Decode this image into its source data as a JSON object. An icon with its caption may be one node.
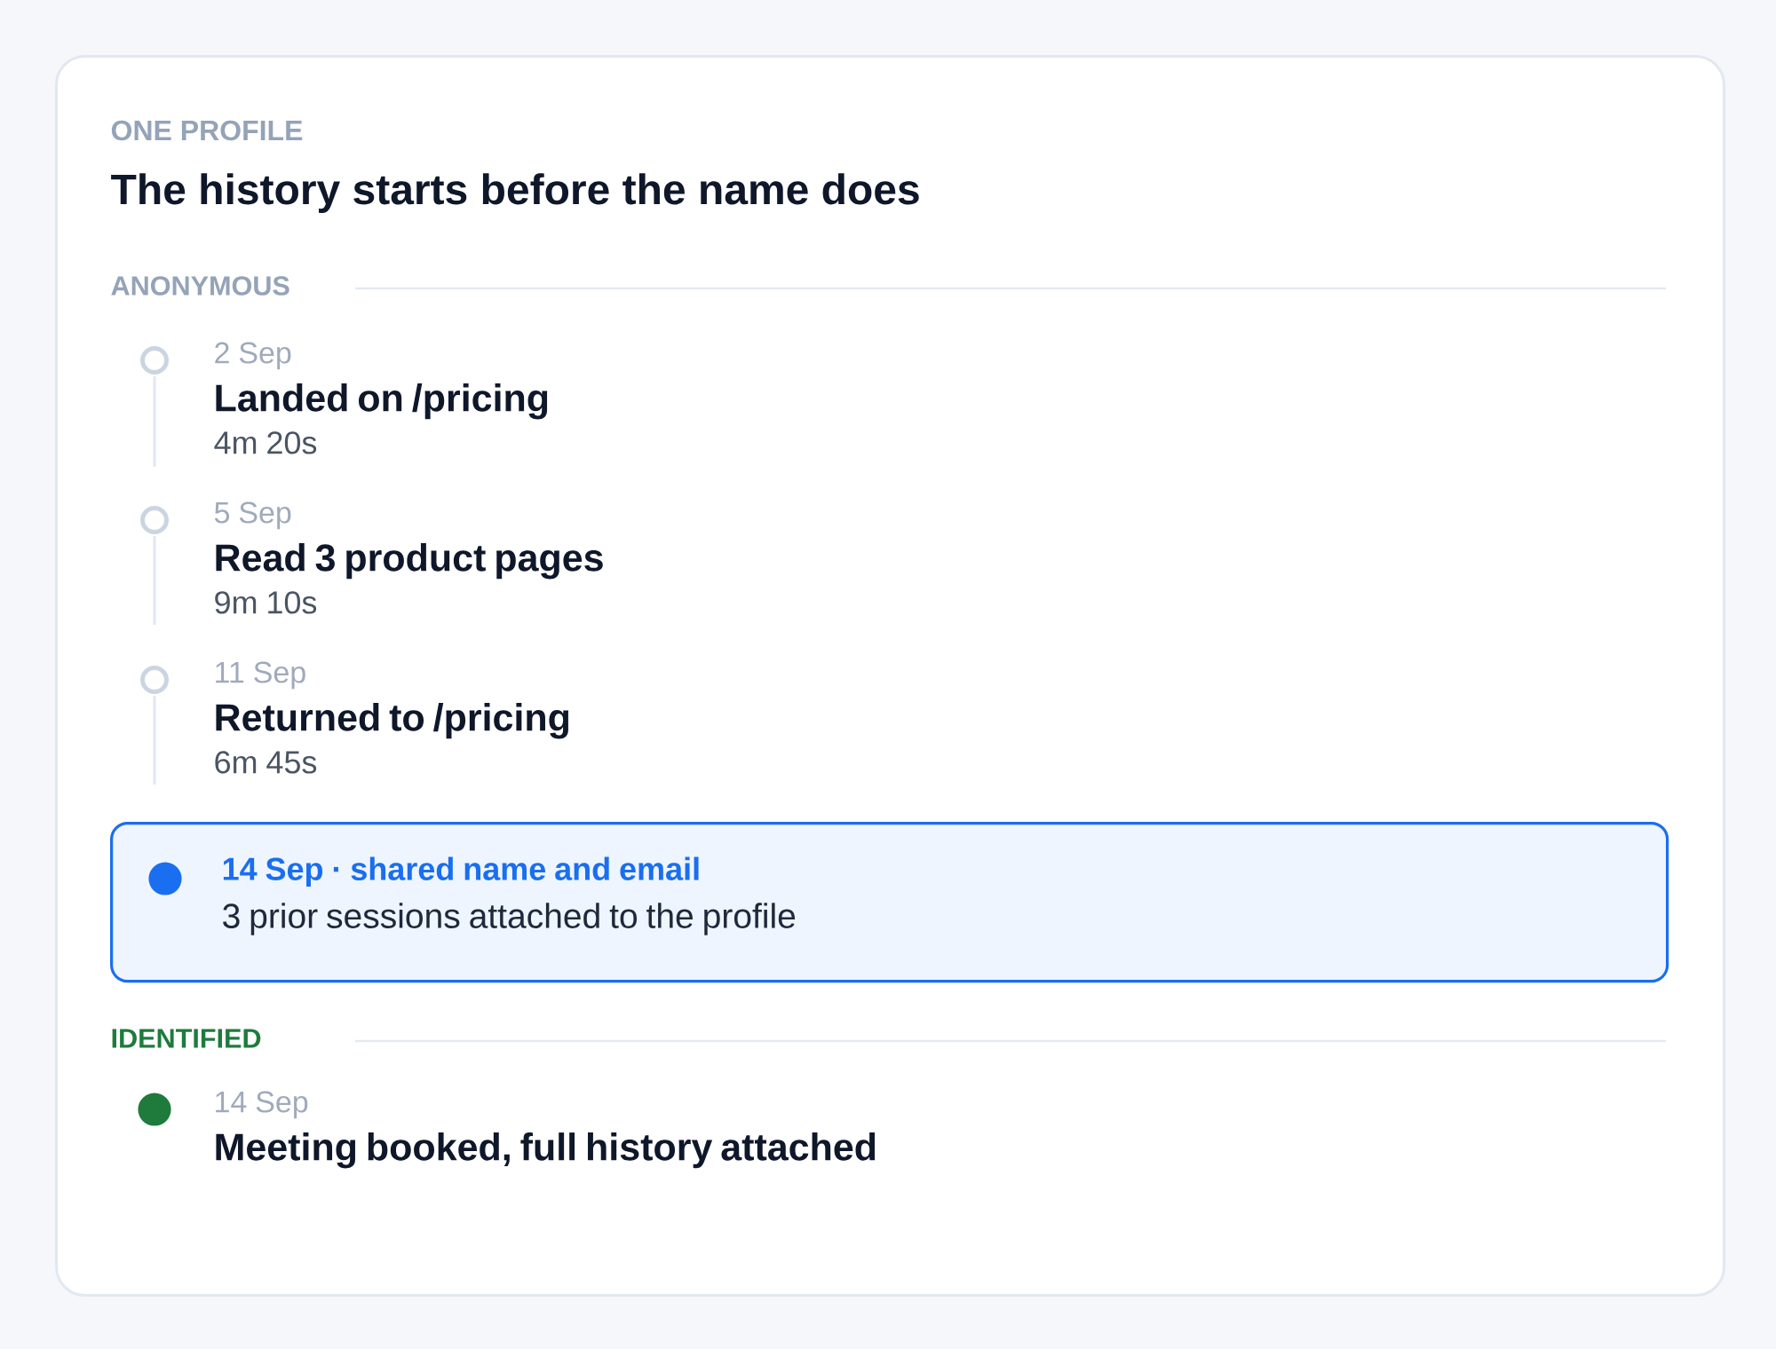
{
  "diagram": {
    "nodes": [
      {
        "text": [
          "ONE PROFILE",
          "The history starts before the name does"
        ]
      },
      {
        "text": [
          "2 Sep",
          "Landed on /pricing",
          "4m 20s"
        ],
        "in": 0
      },
      {
        "text": [
          "5 Sep",
          "Read 3 product pages",
          "9m 10s"
        ],
        "in": 0
      },
      {
        "text": [
          "11 Sep",
          "Returned to /pricing",
          "6m 45s"
        ],
        "in": 0
      },
      {
        "text": [
          "14 Sep · shared name and email",
          "3 prior sessions attached to the profile"
        ],
        "in": 0
      },
      {
        "text": [
          "14 Sep",
          "Meeting booked, full history attached"
        ],
        "in": 0
      }
    ],
    "labels": [
      "ANONYMOUS",
      "IDENTIFIED"
    ]
  }
}
